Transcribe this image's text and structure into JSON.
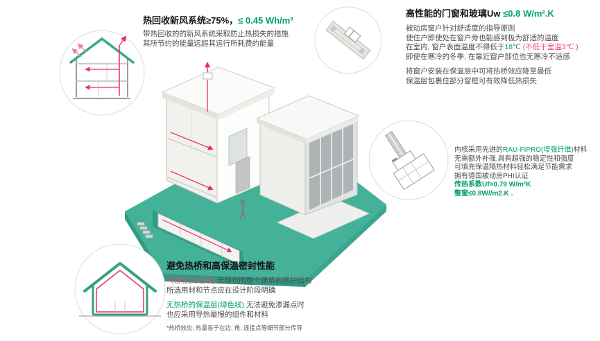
{
  "colors": {
    "teal": "#35a78e",
    "red": "#e8315f",
    "pink": "#ef7fa4",
    "green": "#00a065",
    "ground": "#44b199"
  },
  "icons": {
    "hrv_circle": "house-section-ventilation-icon",
    "window_corner_circle": "window-install-section-icon",
    "window_profile_circle": "window-frame-profile-icon",
    "envelope_circle": "house-thermal-envelope-icon",
    "center_illustration": "isometric-passive-house"
  },
  "hrv": {
    "title_black": "热回收新风系统≥75%，",
    "title_green": "≤ 0.45 Wh/m³",
    "desc1": "带热回收的的新风系统采取防止热损失的措施",
    "desc2": "其所节约的能量远超其运行所耗费的能量"
  },
  "windows": {
    "title_black": "高性能的门窗和玻璃Uw ",
    "title_green": "≤0.8 W/m².K",
    "p1_l1": "被动房窗户针对舒适度的指导原则",
    "p1_l2": "使住户即使处在窗户旁也能感到极为舒适的温度",
    "p1_l3_black": "在室内, 窗户表面温度不得低于",
    "p1_l3_green": "18℃",
    "p1_l3_red": " (不低于室温3℃ )",
    "p1_l4": "即使在寒冷的冬季, 在靠近窗户部位也无寒冷不适感",
    "p2_l1": "将窗户安装在保温层中可将热桥效应降至最低",
    "p2_l2": "保温层包裹住部分窗框可有效降低热损失"
  },
  "profile": {
    "l1_black": "内核采用先进的",
    "l1_green": "RAU-FIPRO(增强纤维)",
    "l1_black2": "材料",
    "l2": "无需额外补强,具有超强的稳定性和强度",
    "l3": "可填充保温隔热材料轻松满足节能需求",
    "l4": "拥有德国被动房PHI认证",
    "g1": "传热系数Uf=0.79 W/m²K",
    "g2": "整窗≤0.8W//m2.K ."
  },
  "thermal": {
    "title": "避免热桥和高保温密封性能",
    "red_label": "气密层(红色线)",
    "l1_rest": " 无缝包围整个建筑的围护结构",
    "l2": "所选用材和节点应在设计阶段明确",
    "green_label": "无热桥的保温层(绿色线)",
    "l3_rest": " 无法避免渗漏点时",
    "l4": "也应采用导热最慢的组件和材料",
    "footnote": "*热桥效应: 热量易于在边, 角, 连接点等细节部分传导"
  }
}
